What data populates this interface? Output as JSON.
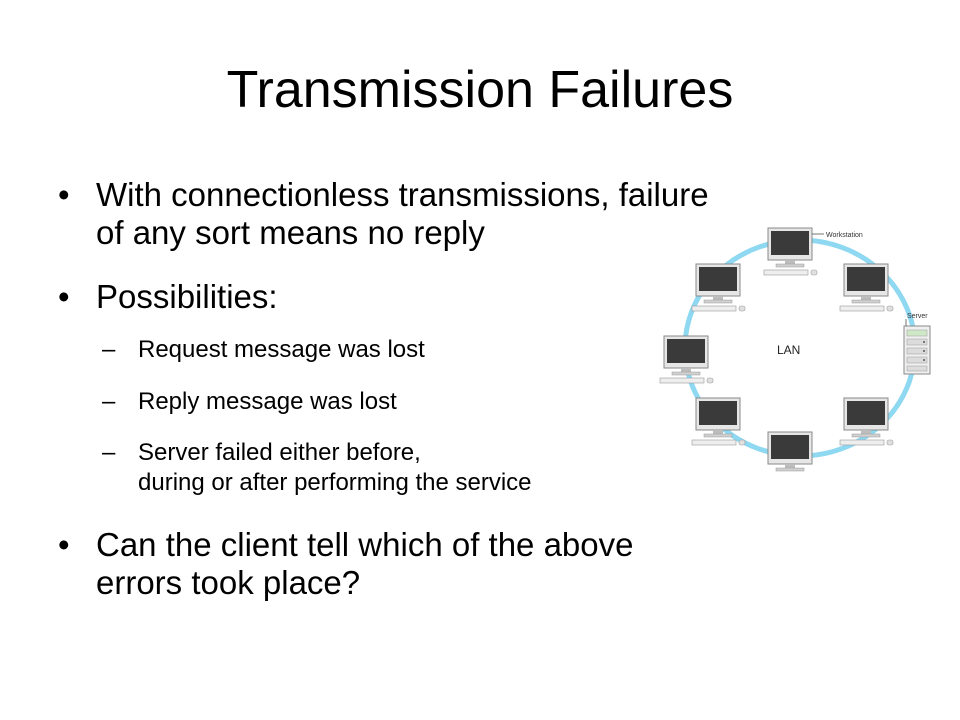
{
  "slide": {
    "title": "Transmission Failures",
    "bullet_char": "•",
    "dash_char": "–",
    "bullets": [
      {
        "lines": [
          "With connectionless transmissions, failure",
          "of any sort means no reply"
        ]
      },
      {
        "lines": [
          "Possibilities:"
        ]
      },
      {
        "lines": [
          "Can the client tell which of the above",
          "errors took place?"
        ]
      }
    ],
    "subbullets": [
      {
        "lines": [
          "Request message was lost"
        ]
      },
      {
        "lines": [
          "Reply message was lost"
        ]
      },
      {
        "lines": [
          "Server failed either before,",
          "during or after performing the service"
        ]
      }
    ]
  },
  "diagram": {
    "center_label": "LAN",
    "workstation_label": "Workstation",
    "server_label": "Server",
    "ring_color": "#8fd8f2",
    "monitor_color": "#3a3a3a"
  }
}
